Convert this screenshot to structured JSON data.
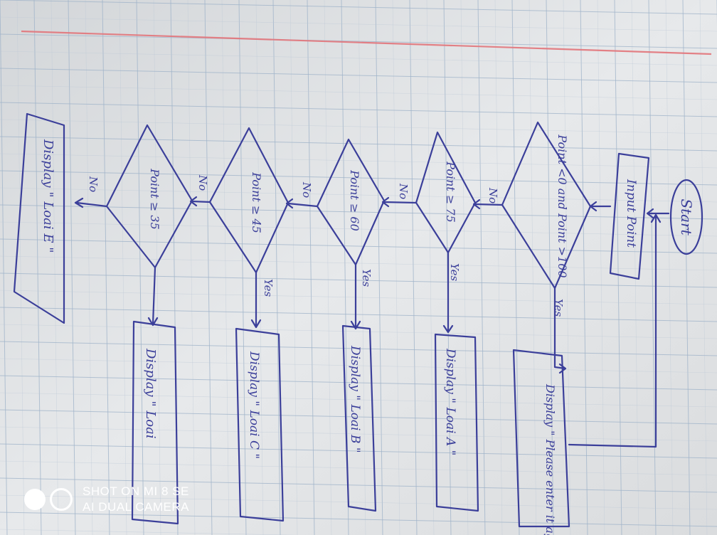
{
  "flowchart": {
    "start": "Start",
    "input": "Input Point",
    "decisions": [
      {
        "condition": "Point <0 and Point >100",
        "yes_label": "Yes",
        "no_label": "No"
      },
      {
        "condition": "Point ≥ 75",
        "yes_label": "Yes",
        "no_label": "No"
      },
      {
        "condition": "Point ≥ 60",
        "yes_label": "Yes",
        "no_label": "No"
      },
      {
        "condition": "Point ≥ 45",
        "yes_label": "Yes",
        "no_label": "No"
      },
      {
        "condition": "Point ≥ 35",
        "yes_label": "",
        "no_label": "No"
      }
    ],
    "outputs": [
      "Display \" Please enter it again",
      "Display \" Loai A \"",
      "Display \" Loai B \"",
      "Display \" Loai C \"",
      "Display \" Loai",
      "Display \" Loai E \""
    ]
  },
  "watermark": {
    "line1": "SHOT ON MI 8 SE",
    "line2": "AI DUAL CAMERA"
  },
  "colors": {
    "ink": "#3b3f9a",
    "paper": "#e6e8ea",
    "margin_line": "#e2747a",
    "grid": "#9fb3c9"
  }
}
